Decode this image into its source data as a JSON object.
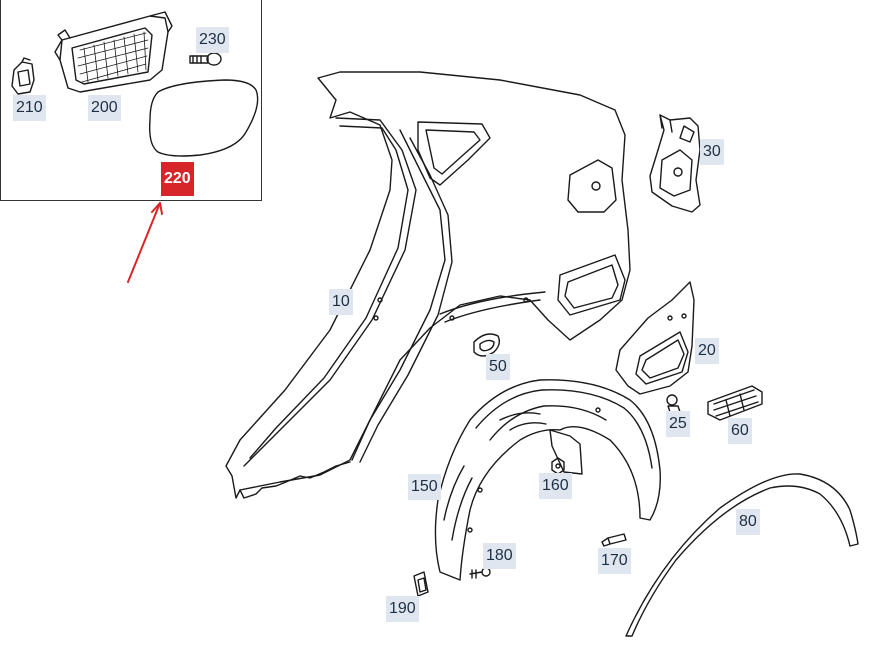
{
  "colors": {
    "line": "#1a1a1a",
    "callout_bg": "#dfe6ef",
    "callout_text": "#1e2f45",
    "highlight": "#d7262a"
  },
  "callouts": {
    "c230": "230",
    "c210": "210",
    "c200": "200",
    "c220": "220",
    "c10": "10",
    "c30": "30",
    "c20": "20",
    "c50": "50",
    "c25": "25",
    "c60": "60",
    "c150": "150",
    "c160": "160",
    "c180": "180",
    "c170": "170",
    "c80": "80",
    "c190": "190"
  },
  "highlighted_part": "220"
}
